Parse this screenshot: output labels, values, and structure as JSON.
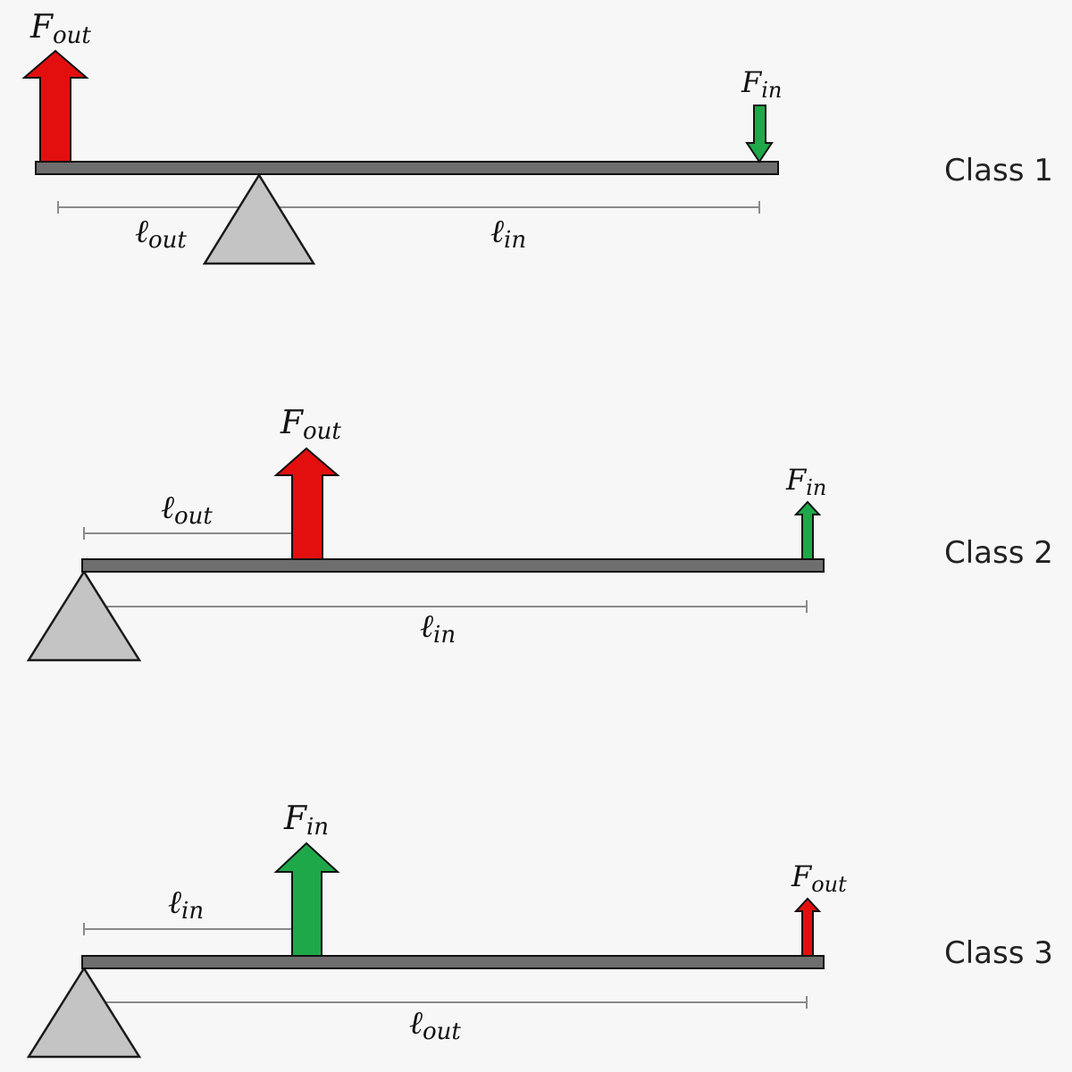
{
  "colors": {
    "background": "#f7f7f7",
    "beam_fill": "#6e6e6e",
    "beam_stroke": "#111111",
    "fulcrum_fill": "#c4c4c4",
    "fulcrum_stroke": "#1a1a1a",
    "output_force": "#e30f0f",
    "input_force": "#1fa849",
    "dimension_line": "#8a8a8a"
  },
  "symbols": {
    "force_letter": "F",
    "length_letter": "ℓ",
    "out_subscript": "out",
    "in_subscript": "in"
  },
  "levers": [
    {
      "label": "Class 1",
      "fulcrum": "between forces",
      "output_force": "large, upward",
      "input_force": "small, downward"
    },
    {
      "label": "Class 2",
      "fulcrum": "end",
      "output_force": "large, upward",
      "input_force": "small, upward"
    },
    {
      "label": "Class 3",
      "fulcrum": "end",
      "output_force": "small, upward",
      "input_force": "large, upward"
    }
  ]
}
